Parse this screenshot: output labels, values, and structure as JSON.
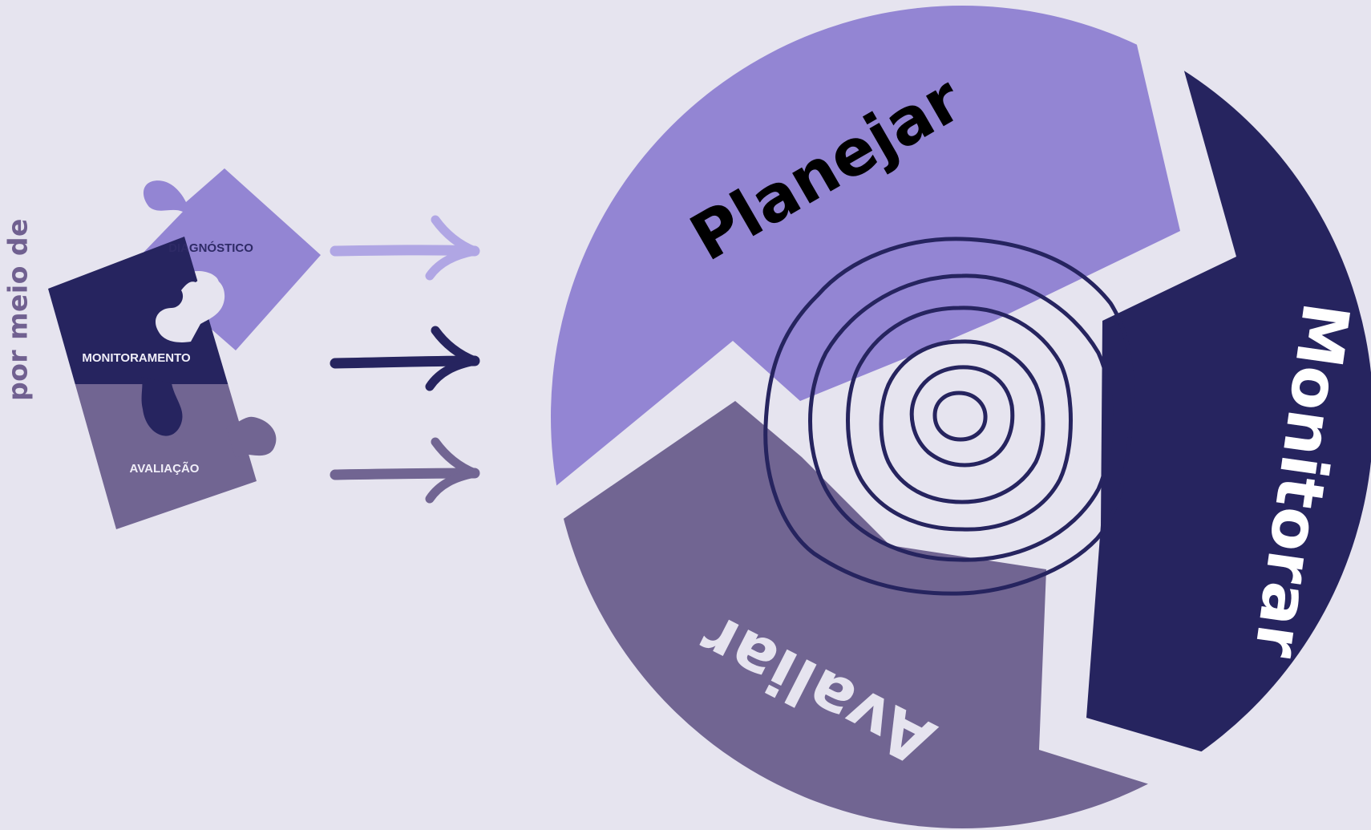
{
  "side_label": "por meio de",
  "puzzle": {
    "pieces": [
      {
        "label": "DIAGNÓSTICO",
        "color": "#9385d3",
        "text_color": "#2e2a66"
      },
      {
        "label": "MONITORAMENTO",
        "color": "#26245f",
        "text_color": "#f0eef8"
      },
      {
        "label": "AVALIAÇÃO",
        "color": "#716592",
        "text_color": "#f0eef8"
      }
    ]
  },
  "arrows": [
    {
      "color": "#b0a6e4"
    },
    {
      "color": "#26245f"
    },
    {
      "color": "#716592"
    }
  ],
  "cycle": {
    "segments": [
      {
        "label": "Planejar",
        "color": "#9385d3",
        "text_color": "#000000"
      },
      {
        "label": "Monitorar",
        "color": "#26245f",
        "text_color": "#ffffff"
      },
      {
        "label": "Avaliar",
        "color": "#716592",
        "text_color": "#e6e4ef"
      }
    ],
    "target_rings_color": "#26245f"
  }
}
